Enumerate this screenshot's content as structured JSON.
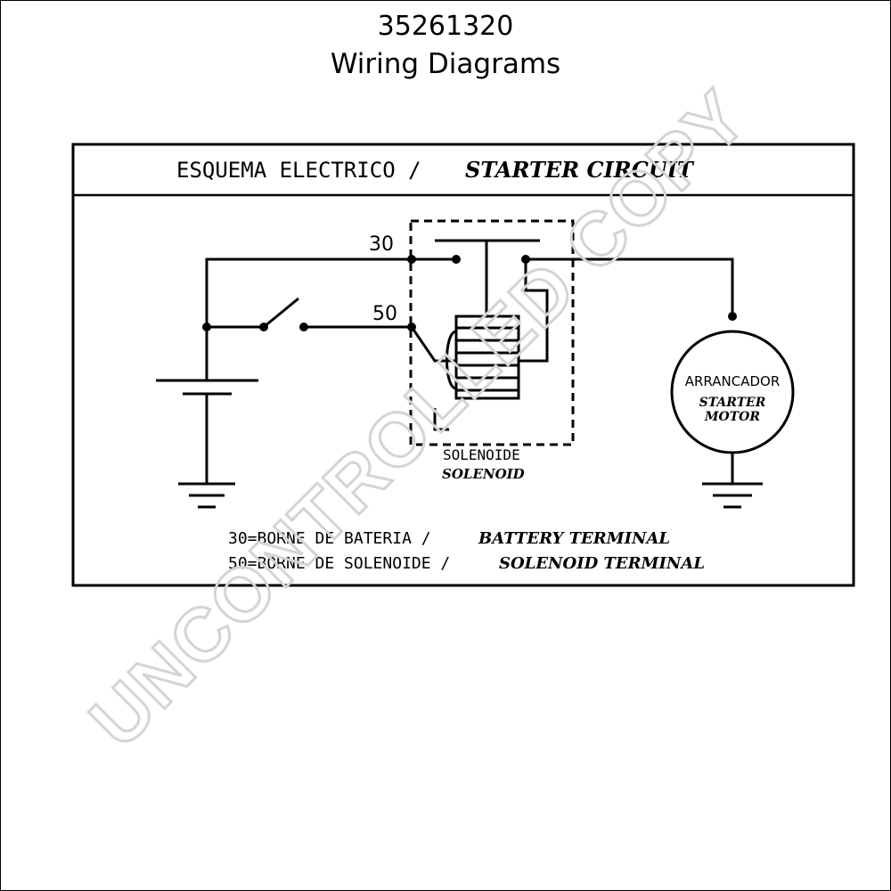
{
  "header": {
    "part_number": "35261320",
    "title": "Wiring Diagrams"
  },
  "diagram": {
    "title_es": "ESQUEMA ELECTRICO /",
    "title_en": "STARTER CIRCUIT",
    "terminal_30": "30",
    "terminal_50": "50",
    "solenoid_es": "SOLENOIDE",
    "solenoid_en": "SOLENOID",
    "motor_es": "ARRANCADOR",
    "motor_en_line1": "STARTER",
    "motor_en_line2": "MOTOR",
    "legend": [
      {
        "es": "30=BORNE DE BATERIA /",
        "en": "BATTERY TERMINAL"
      },
      {
        "es": "50=BORNE DE SOLENOIDE /",
        "en": "SOLENOID TERMINAL"
      }
    ]
  },
  "watermark": "UNCONTROLLED COPY"
}
